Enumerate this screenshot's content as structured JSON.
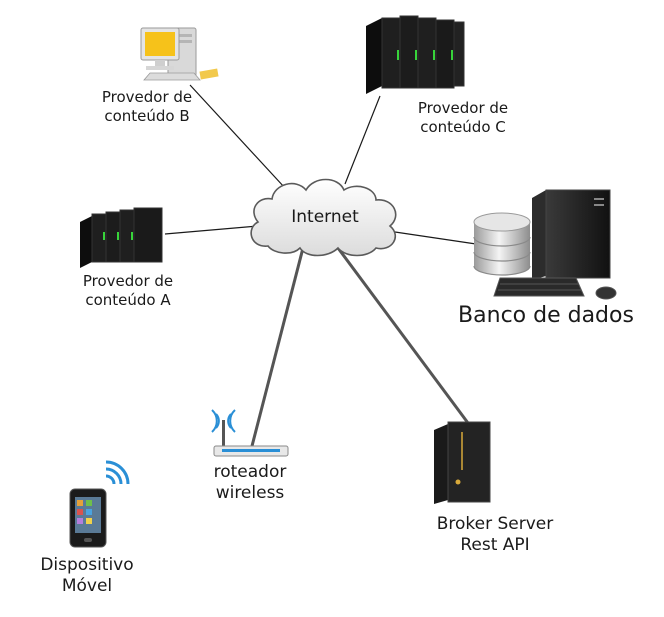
{
  "cloud": {
    "label": "Internet"
  },
  "nodes": {
    "provider_b": {
      "line1": "Provedor de",
      "line2": "conteúdo B"
    },
    "provider_c": {
      "line1": "Provedor de",
      "line2": "conteúdo C"
    },
    "provider_a": {
      "line1": "Provedor de",
      "line2": "conteúdo A"
    },
    "database": {
      "label": "Banco de dados"
    },
    "router": {
      "line1": "roteador",
      "line2": "wireless"
    },
    "broker": {
      "line1": "Broker Server",
      "line2": "Rest API"
    },
    "mobile": {
      "line1": "Dispositivo",
      "line2": "Móvel"
    }
  },
  "colors": {
    "link": "#1a1a1a",
    "server_body": "#1c1c1c",
    "server_led": "#37d43a",
    "monitor_screen": "#f6c21a",
    "wifi": "#2a8fd6"
  }
}
